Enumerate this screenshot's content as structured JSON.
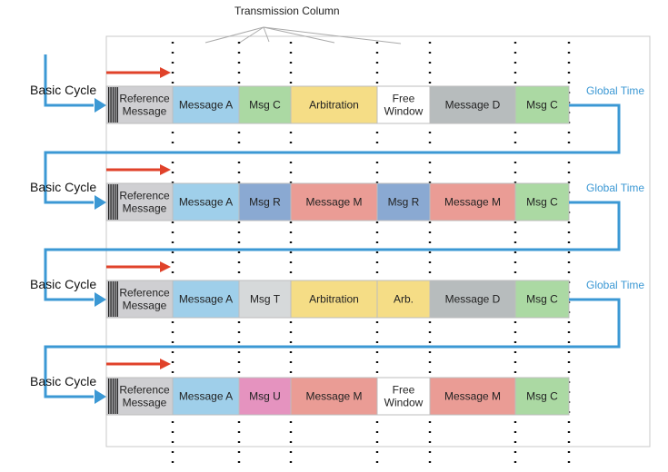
{
  "title": "Transmission Column",
  "cycle_label": "Basic Cycle",
  "global_time_label": "Global Time",
  "colors": {
    "ref": "#cfcfd2",
    "A": "#9fcfea",
    "C": "#abd9a3",
    "R": "#8aa9d2",
    "T": "#d6d9da",
    "U": "#e593bf",
    "M": "#ea9c95",
    "D": "#b7bcbd",
    "arb": "#f5dd86",
    "free": "#ffffff",
    "flow": "#3b98d4",
    "red_arrow": "#e0422a"
  },
  "rows": [
    {
      "cells": [
        {
          "label": "Reference\nMessage",
          "color": "ref"
        },
        {
          "label": "Message A",
          "color": "A"
        },
        {
          "label": "Msg C",
          "color": "C"
        },
        {
          "label": "Arbitration",
          "color": "arb"
        },
        {
          "label": "Free\nWindow",
          "color": "free"
        },
        {
          "label": "Message D",
          "color": "D"
        },
        {
          "label": "Msg C",
          "color": "C"
        }
      ]
    },
    {
      "cells": [
        {
          "label": "Reference\nMessage",
          "color": "ref"
        },
        {
          "label": "Message A",
          "color": "A"
        },
        {
          "label": "Msg R",
          "color": "R"
        },
        {
          "label": "Message M",
          "color": "M"
        },
        {
          "label": "Msg R",
          "color": "R"
        },
        {
          "label": "Message M",
          "color": "M"
        },
        {
          "label": "Msg C",
          "color": "C"
        }
      ]
    },
    {
      "cells": [
        {
          "label": "Reference\nMessage",
          "color": "ref"
        },
        {
          "label": "Message A",
          "color": "A"
        },
        {
          "label": "Msg T",
          "color": "T"
        },
        {
          "label": "Arbitration",
          "color": "arb"
        },
        {
          "label": "Arb.",
          "color": "arb"
        },
        {
          "label": "Message D",
          "color": "D"
        },
        {
          "label": "Msg C",
          "color": "C"
        }
      ]
    },
    {
      "cells": [
        {
          "label": "Reference\nMessage",
          "color": "ref"
        },
        {
          "label": "Message A",
          "color": "A"
        },
        {
          "label": "Msg U",
          "color": "U"
        },
        {
          "label": "Message M",
          "color": "M"
        },
        {
          "label": "Free\nWindow",
          "color": "free"
        },
        {
          "label": "Message M",
          "color": "M"
        },
        {
          "label": "Msg C",
          "color": "C"
        }
      ]
    }
  ]
}
